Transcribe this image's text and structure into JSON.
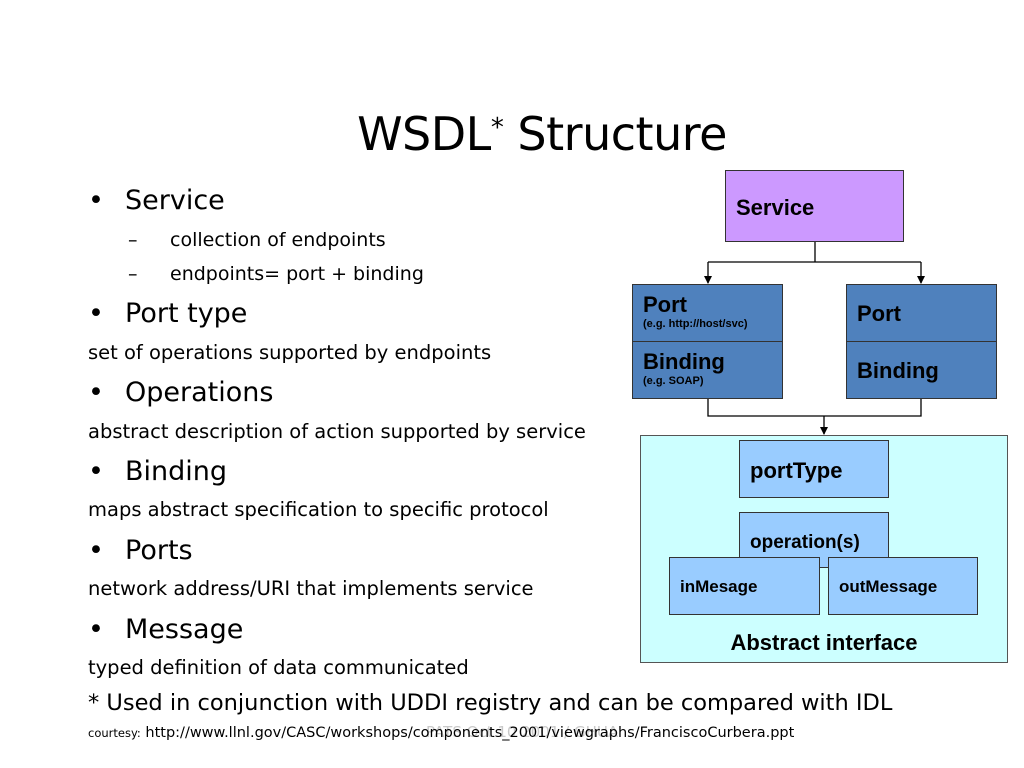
{
  "title": {
    "text": "WSDL",
    "sup": "*",
    "rest": " Structure"
  },
  "bullets": [
    {
      "label": "Service",
      "subs": [
        "collection of endpoints",
        "endpoints= port + binding"
      ]
    },
    {
      "label": "Port type",
      "desc": "set of operations supported by endpoints"
    },
    {
      "label": "Operations",
      "desc": "abstract description of action supported by service"
    },
    {
      "label": "Binding",
      "desc": "maps abstract specification to specific protocol"
    },
    {
      "label": "Ports",
      "desc": "network address/URI that implements service"
    },
    {
      "label": "Message",
      "desc": "typed definition of data communicated"
    }
  ],
  "bullet_glyph": "•",
  "dash_glyph": "–",
  "footnote": "* Used in conjunction with UDDI registry and can be compared with IDL",
  "courtesy": {
    "label": "courtesy:",
    "url": "http://www.llnl.gov/CASC/workshops/components_2001/viewgraphs/FranciscoCurbera.ppt"
  },
  "watermark": "PATS Oct 10 2001 / GHUA",
  "diagram": {
    "service": "Service",
    "left_port": {
      "port": "Port",
      "port_note": "(e.g. http://host/svc)",
      "binding": "Binding",
      "binding_note": "(e.g. SOAP)"
    },
    "right_port": {
      "port": "Port",
      "binding": "Binding"
    },
    "porttype": "portType",
    "operations": "operation(s)",
    "in_message": "inMesage",
    "out_message": "outMessage",
    "abstract_label": "Abstract interface",
    "colors": {
      "service": "#cc99ff",
      "port": "#4f81bd",
      "abstract_bg": "#ccffff",
      "light_box": "#99ccff"
    }
  }
}
